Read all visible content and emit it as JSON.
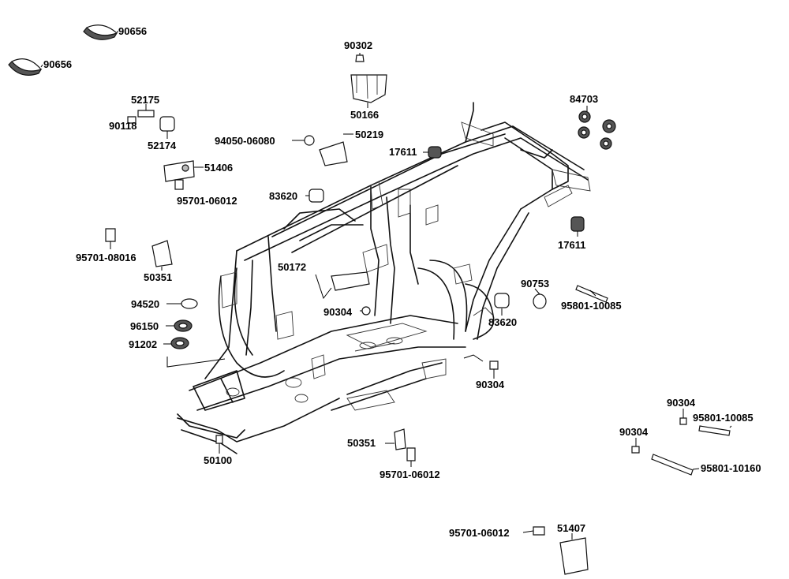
{
  "diagram": {
    "line_color": "#000000",
    "background": "#ffffff",
    "callouts": [
      {
        "id": "c1",
        "text": "90656"
      },
      {
        "id": "c2",
        "text": "90656"
      },
      {
        "id": "c3",
        "text": "90302"
      },
      {
        "id": "c4",
        "text": "50166"
      },
      {
        "id": "c5",
        "text": "52175"
      },
      {
        "id": "c6",
        "text": "90118"
      },
      {
        "id": "c7",
        "text": "52174"
      },
      {
        "id": "c8",
        "text": "94050-06080"
      },
      {
        "id": "c9",
        "text": "50219"
      },
      {
        "id": "c10",
        "text": "84703"
      },
      {
        "id": "c11",
        "text": "17611"
      },
      {
        "id": "c12",
        "text": "51406"
      },
      {
        "id": "c13",
        "text": "95701-06012"
      },
      {
        "id": "c14",
        "text": "83620"
      },
      {
        "id": "c15",
        "text": "17611"
      },
      {
        "id": "c16",
        "text": "95701-08016"
      },
      {
        "id": "c17",
        "text": "50351"
      },
      {
        "id": "c18",
        "text": "50172"
      },
      {
        "id": "c19",
        "text": "90753"
      },
      {
        "id": "c20",
        "text": "95801-10085"
      },
      {
        "id": "c21",
        "text": "94520"
      },
      {
        "id": "c22",
        "text": "90304"
      },
      {
        "id": "c23",
        "text": "83620"
      },
      {
        "id": "c24",
        "text": "96150"
      },
      {
        "id": "c25",
        "text": "91202"
      },
      {
        "id": "c26",
        "text": "90304"
      },
      {
        "id": "c27",
        "text": "90304"
      },
      {
        "id": "c28",
        "text": "95801-10085"
      },
      {
        "id": "c29",
        "text": "50351"
      },
      {
        "id": "c30",
        "text": "90304"
      },
      {
        "id": "c31",
        "text": "50100"
      },
      {
        "id": "c32",
        "text": "95701-06012"
      },
      {
        "id": "c33",
        "text": "95801-10160"
      },
      {
        "id": "c34",
        "text": "95701-06012"
      },
      {
        "id": "c35",
        "text": "51407"
      }
    ]
  }
}
